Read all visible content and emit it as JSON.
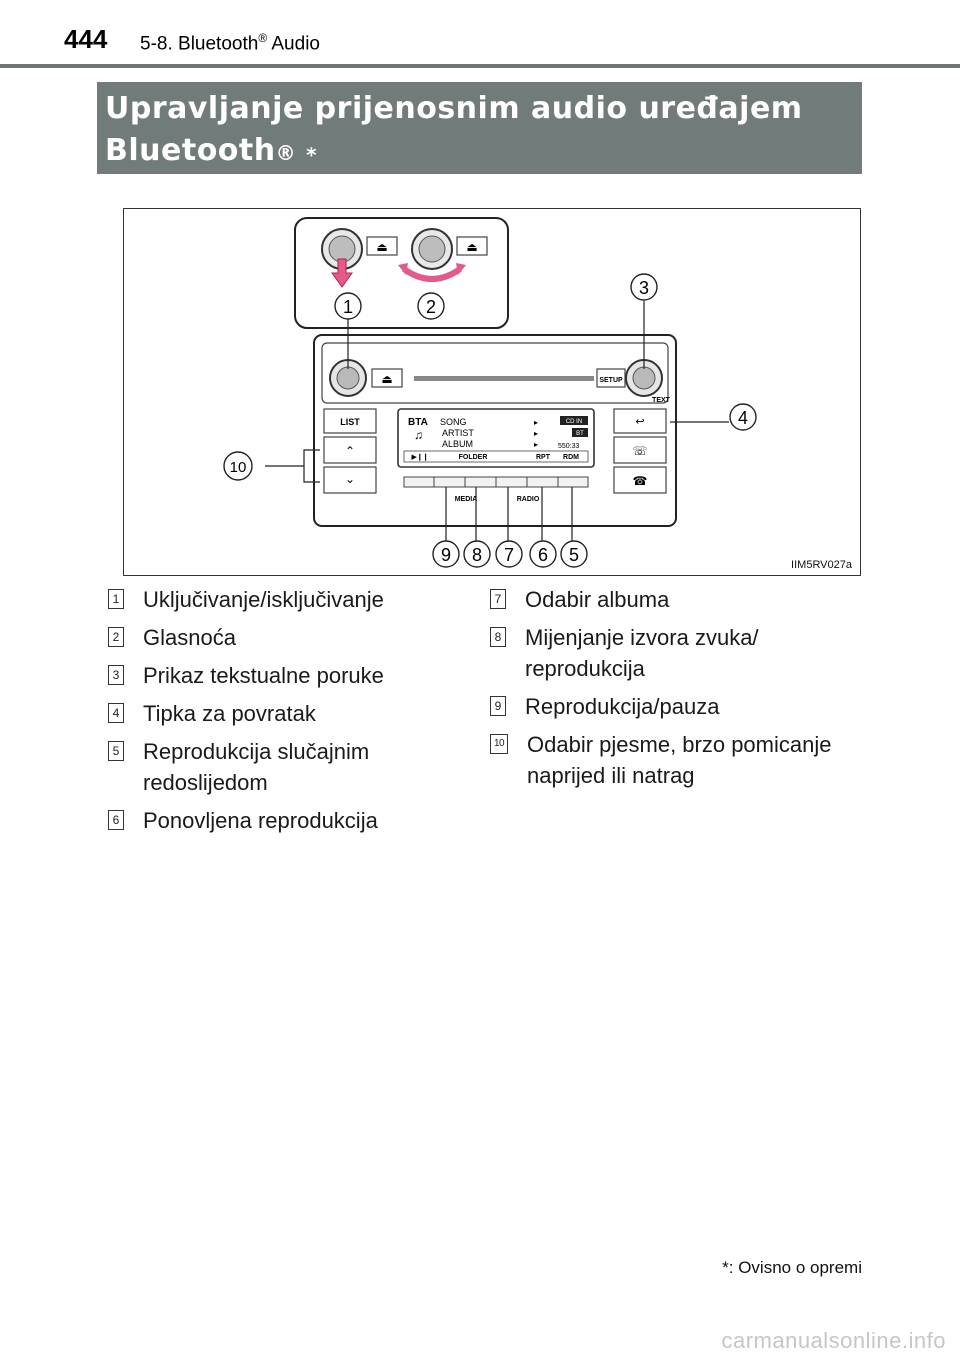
{
  "header": {
    "page_number": "444",
    "section_prefix": "5-8. Bluetooth",
    "section_reg": "®",
    "section_suffix": " Audio"
  },
  "heading": {
    "line1": "Upravljanje prijenosnim audio uređajem",
    "line2": "Bluetooth",
    "reg": "®",
    "star": "*"
  },
  "figure": {
    "code": "IIM5RV027a",
    "callouts": [
      "1",
      "2",
      "3",
      "4",
      "5",
      "6",
      "7",
      "8",
      "9",
      "10"
    ],
    "labels": {
      "list": "LIST",
      "setup": "SETUP",
      "text": "TEXT",
      "media": "MEDIA",
      "radio": "RADIO",
      "folder": "FOLDER",
      "rpt": "RPT",
      "rdm": "RDM",
      "bta": "BTA",
      "song": "SONG",
      "artist": "ARTIST",
      "album": "ALBUM",
      "time": "550:33",
      "cd_in": "CD IN",
      "bt": "BT"
    }
  },
  "legend": {
    "left": [
      {
        "num": "1",
        "text": "Uključivanje/isključivanje"
      },
      {
        "num": "2",
        "text": "Glasnoća"
      },
      {
        "num": "3",
        "text": "Prikaz tekstualne poruke"
      },
      {
        "num": "4",
        "text": "Tipka za povratak"
      },
      {
        "num": "5",
        "text": "Reprodukcija slučajnim redoslijedom"
      },
      {
        "num": "6",
        "text": "Ponovljena reprodukcija"
      }
    ],
    "right": [
      {
        "num": "7",
        "text": "Odabir albuma"
      },
      {
        "num": "8",
        "text": "Mijenjanje izvora zvuka/ reprodukcija"
      },
      {
        "num": "9",
        "text": "Reprodukcija/pauza"
      },
      {
        "num": "10",
        "text": "Odabir pjesme, brzo pomicanje naprijed ili natrag"
      }
    ]
  },
  "footnote": {
    "star": "*",
    "text": ": Ovisno o opremi"
  },
  "watermark": "carmanualsonline.info"
}
